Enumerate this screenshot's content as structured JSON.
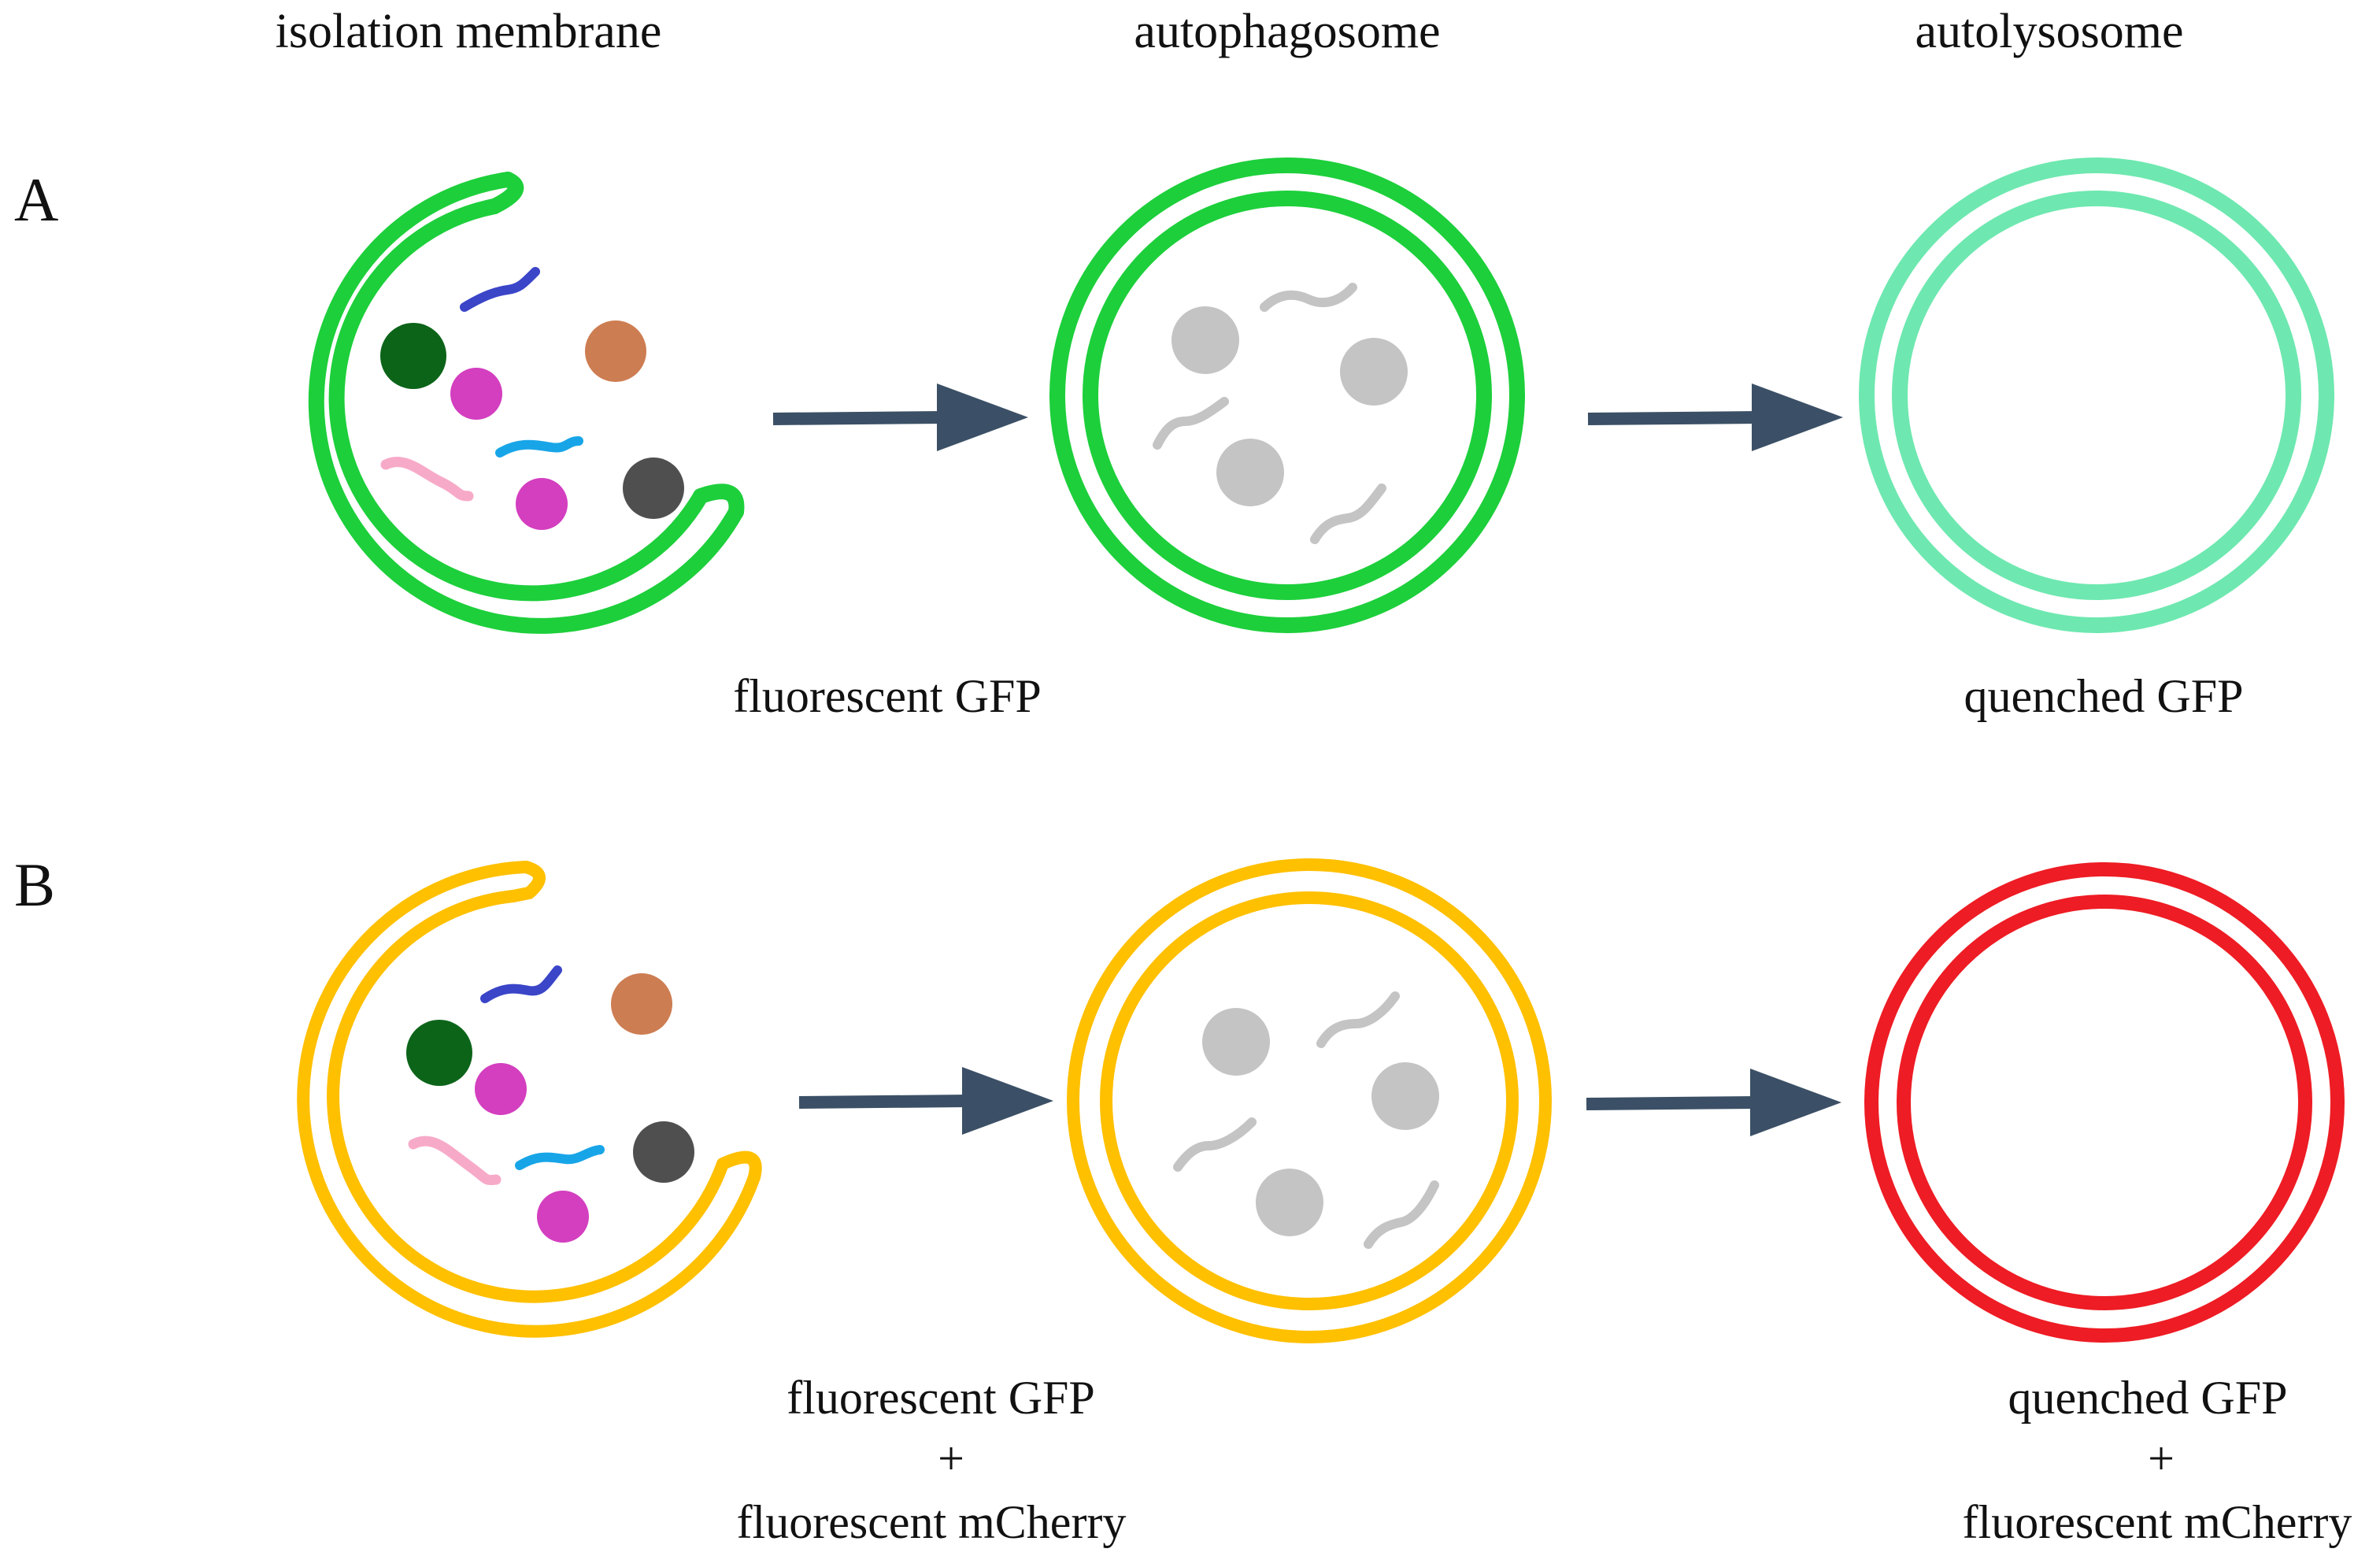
{
  "stages": {
    "isolation": "isolation membrane",
    "autophagosome": "autophagosome",
    "autolysosome": "autolysosome"
  },
  "panels": [
    {
      "label": "A",
      "membrane_color": "#1dcf3b",
      "autolysosome_color": "#6ee8b0",
      "caption_middle": "fluorescent GFP",
      "caption_right": "quenched GFP"
    },
    {
      "label": "B",
      "membrane_color": "#ffc000",
      "autolysosome_color": "#ee1c24",
      "caption_middle_lines": [
        "fluorescent GFP",
        "+",
        "fluorescent mCherry"
      ],
      "caption_right_lines": [
        "quenched GFP",
        "+",
        "fluorescent mCherry"
      ]
    }
  ],
  "colors": {
    "arrow": "#3b5066",
    "cargo_gray": "#c4c4c4",
    "dark_green": "#0c6419",
    "brown": "#cd7d52",
    "magenta": "#d33fbf",
    "dark_gray": "#4f4f4f",
    "blue_squiggle": "#3a45c8",
    "cyan_squiggle": "#18a5e8",
    "pink_squiggle": "#f7aac8"
  }
}
